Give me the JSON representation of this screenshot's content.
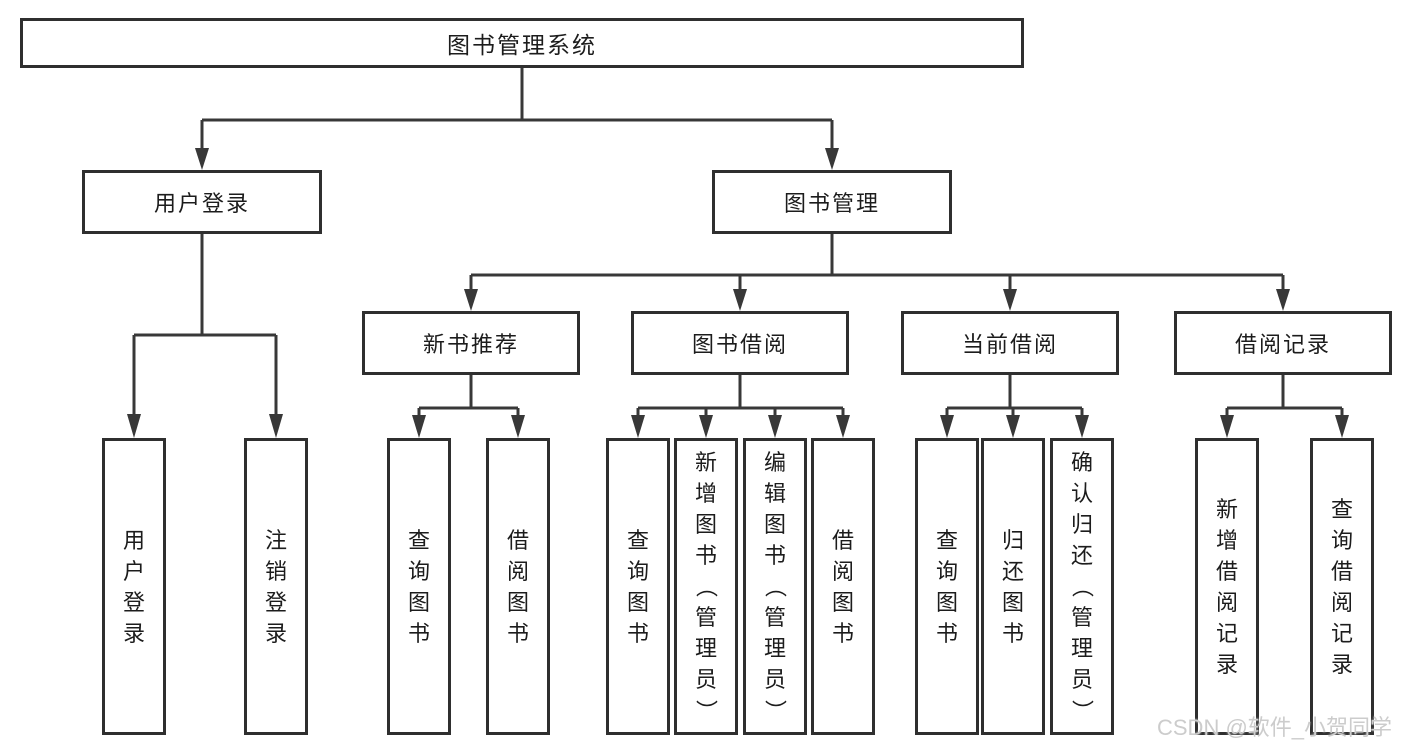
{
  "colors": {
    "line": "#383838",
    "border": "#2f2f2f",
    "text": "#1c1c1c",
    "wm": "#cccccc"
  },
  "watermark": "CSDN @软件_小贺同学",
  "tree": {
    "root": {
      "label": "图书管理系统"
    },
    "level2": [
      {
        "label": "用户登录"
      },
      {
        "label": "图书管理"
      }
    ],
    "level3": [
      {
        "label": "新书推荐"
      },
      {
        "label": "图书借阅"
      },
      {
        "label": "当前借阅"
      },
      {
        "label": "借阅记录"
      }
    ],
    "leaves": {
      "user_login": [
        "用户登录",
        "注销登录"
      ],
      "new_books": [
        "查询图书",
        "借阅图书"
      ],
      "book_borrow": [
        "查询图书",
        "新增图书（管理员）",
        "编辑图书（管理员）",
        "借阅图书"
      ],
      "current_borrow": [
        "查询图书",
        "归还图书",
        "确认归还（管理员）"
      ],
      "borrow_records": [
        "新增借阅记录",
        "查询借阅记录"
      ]
    }
  }
}
